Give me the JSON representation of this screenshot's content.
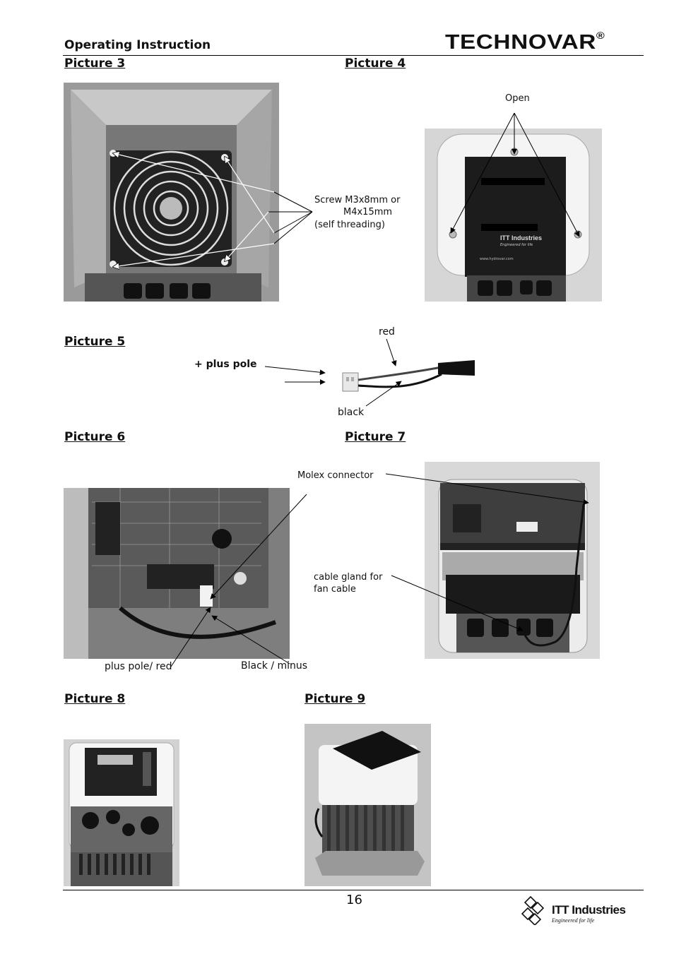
{
  "header": {
    "title": "Operating Instruction",
    "brand": "TECHNOVAR",
    "brand_mark": "®"
  },
  "pictures": {
    "p3": {
      "label": "Picture 3"
    },
    "p4": {
      "label": "Picture 4"
    },
    "p5": {
      "label": "Picture 5"
    },
    "p6": {
      "label": "Picture 6"
    },
    "p7": {
      "label": "Picture 7"
    },
    "p8": {
      "label": "Picture 8"
    },
    "p9": {
      "label": "Picture 9"
    }
  },
  "annotations": {
    "screw_line1": "Screw M3x8mm or",
    "screw_line2": "M4x15mm",
    "screw_line3": "(self threading)",
    "open": "Open",
    "red": "red",
    "plus_pole": "+ plus pole",
    "black": "black",
    "molex": "Molex connector",
    "cable_gland_line1": "cable gland for",
    "cable_gland_line2": "fan cable",
    "plus_pole_red": "plus pole/ red",
    "black_minus": "Black / minus"
  },
  "photo_text": {
    "itt_small": "ITT Industries",
    "itt_small_tag": "Engineered for life",
    "url": "www.hydrovar.com"
  },
  "footer": {
    "page_number": "16",
    "company": "ITT Industries",
    "tagline": "Engineered for life"
  }
}
